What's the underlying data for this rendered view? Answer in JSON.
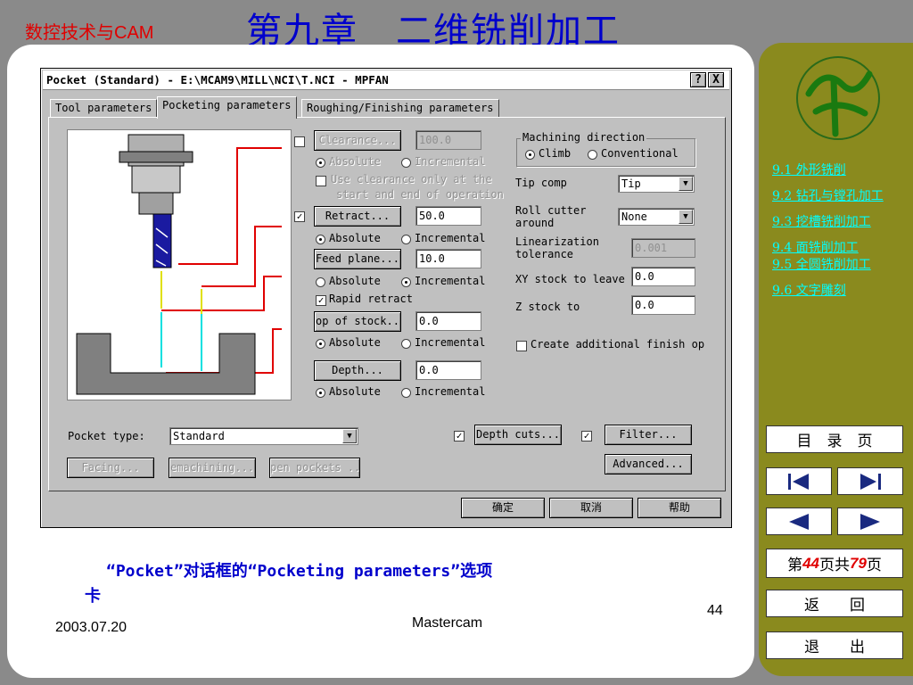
{
  "header": {
    "course": "数控技术与CAM",
    "chapter": "第九章　二维铣削加工"
  },
  "dialog": {
    "title": "Pocket (Standard) - E:\\MCAM9\\MILL\\NCI\\T.NCI - MPFAN",
    "help_btn": "?",
    "close_btn": "X",
    "tabs": [
      "Tool parameters",
      "Pocketing parameters",
      "Roughing/Finishing parameters"
    ],
    "clearance": {
      "label": "Clearance...",
      "value": "100.0",
      "absolute": "Absolute",
      "incremental": "Incremental",
      "use_only_line1": "Use clearance only at the",
      "use_only_line2": "start and end of operation"
    },
    "retract": {
      "label": "Retract...",
      "value": "50.0",
      "absolute": "Absolute",
      "incremental": "Incremental"
    },
    "feed_plane": {
      "label": "Feed plane...",
      "value": "10.0",
      "absolute": "Absolute",
      "incremental": "Incremental",
      "rapid_retract": "Rapid retract"
    },
    "top_of_stock": {
      "label": "op of stock..",
      "value": "0.0",
      "absolute": "Absolute",
      "incremental": "Incremental"
    },
    "depth": {
      "label": "Depth...",
      "value": "0.0",
      "absolute": "Absolute",
      "incremental": "Incremental"
    },
    "machining_direction": {
      "label": "Machining direction",
      "climb": "Climb",
      "conventional": "Conventional"
    },
    "tip_comp": {
      "label": "Tip comp",
      "value": "Tip"
    },
    "roll_cutter": {
      "label_line1": "Roll cutter",
      "label_line2": "around",
      "value": "None"
    },
    "linearization": {
      "label_line1": "Linearization",
      "label_line2": "tolerance",
      "value": "0.001"
    },
    "xy_stock": {
      "label": "XY stock to leave",
      "value": "0.0"
    },
    "z_stock": {
      "label": "Z stock to",
      "value": "0.0"
    },
    "create_finish": "Create additional finish op",
    "pocket_type": {
      "label": "Pocket type:",
      "value": "Standard"
    },
    "depth_cuts": "Depth cuts...",
    "filter": "Filter...",
    "advanced": "Advanced...",
    "facing": "Facing...",
    "remachining": "emachining...",
    "open_pockets": "pen pockets ..",
    "ok": "确定",
    "cancel": "取消",
    "help": "帮助"
  },
  "caption": {
    "line1": "“Pocket”对话框的“Pocketing parameters”选项",
    "line2": "卡"
  },
  "footer": {
    "date": "2003.07.20",
    "center": "Mastercam",
    "page": "44"
  },
  "nav": {
    "links": [
      "9.1 外形铣削",
      "9.2 钻孔与镗孔加工",
      "9.3 挖槽铣削加工",
      "9.4 面铣削加工",
      "9.5 全圆铣削加工",
      "9.6 文字雕刻"
    ],
    "toc": "目　录　页",
    "page_prefix": "第",
    "page_current": "44",
    "page_mid": "页共",
    "page_total": "79",
    "page_suffix": "页",
    "back": "返　　回",
    "exit": "退　　出"
  },
  "colors": {
    "accent_blue": "#0000cc",
    "accent_red": "#e00000",
    "nav_olive": "#8a8a1e",
    "nav_link": "#00ffff"
  }
}
